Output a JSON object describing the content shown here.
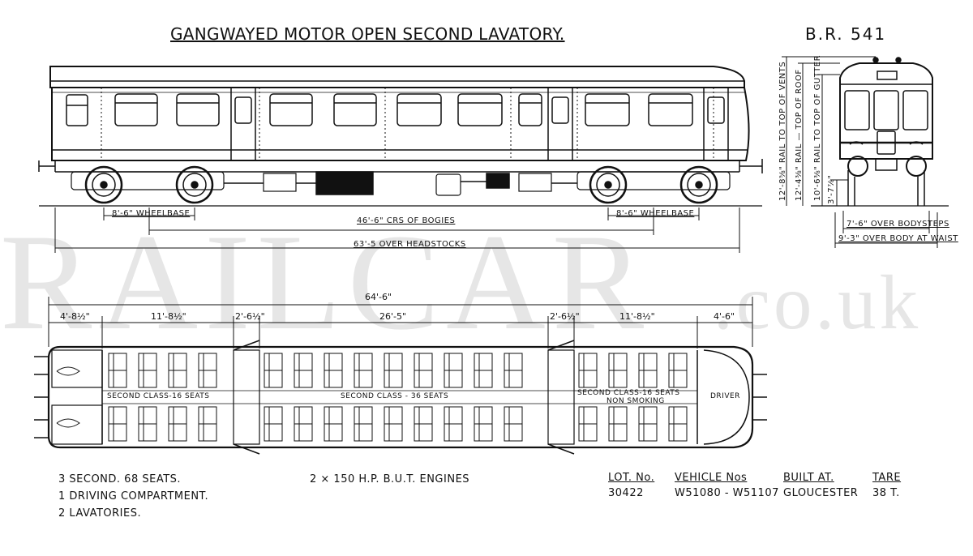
{
  "header": {
    "title": "GANGWAYED MOTOR OPEN SECOND LAVATORY.",
    "diagram_no": "B.R. 541"
  },
  "watermark": {
    "main": "RAILCAR",
    "suffix": ".co.uk"
  },
  "side_view": {
    "wheelbase_left": "8'-6\" WHEELBASE",
    "wheelbase_right": "8'-6\" WHEELBASE",
    "bogie_centres": "46'-6\" CRS OF BOGIES",
    "over_headstocks": "63'-5 OVER HEADSTOCKS"
  },
  "end_view": {
    "rail_to_vents": "12'-8⅝\" RAIL TO TOP OF VENTS",
    "rail_to_roof": "12'-4⅜\" RAIL — TOP OF ROOF",
    "rail_to_gutter": "10'-6⅜\" RAIL TO TOP OF GUTTER",
    "small_dim": "3'-7⅞\"",
    "over_bodysteps": "7'-6\" OVER BODYSTEPS",
    "over_body_waist": "9'-3\" OVER BODY AT WAIST"
  },
  "plan_view": {
    "overall_length": "64'-6\"",
    "segments": [
      "4'-8½\"",
      "11'-8½\"",
      "2'-6½\"",
      "26'-5\"",
      "2'-6½\"",
      "11'-8½\"",
      "4'-6\""
    ],
    "compartments": {
      "left": "SECOND CLASS-16 SEATS",
      "middle": "SECOND CLASS - 36 SEATS",
      "right_line1": "SECOND CLASS-16 SEATS",
      "right_line2": "NON SMOKING",
      "cab": "DRIVER"
    }
  },
  "footer": {
    "summary": [
      "3 SECOND. 68 SEATS.",
      "1 DRIVING COMPARTMENT.",
      "2 LAVATORIES."
    ],
    "engines": "2 × 150 H.P. B.U.T. ENGINES",
    "table": {
      "headers": [
        "LOT. No.",
        "VEHICLE Nos",
        "BUILT AT.",
        "TARE"
      ],
      "values": [
        "30422",
        "W51080 - W51107",
        "GLOUCESTER",
        "38 T."
      ]
    }
  }
}
